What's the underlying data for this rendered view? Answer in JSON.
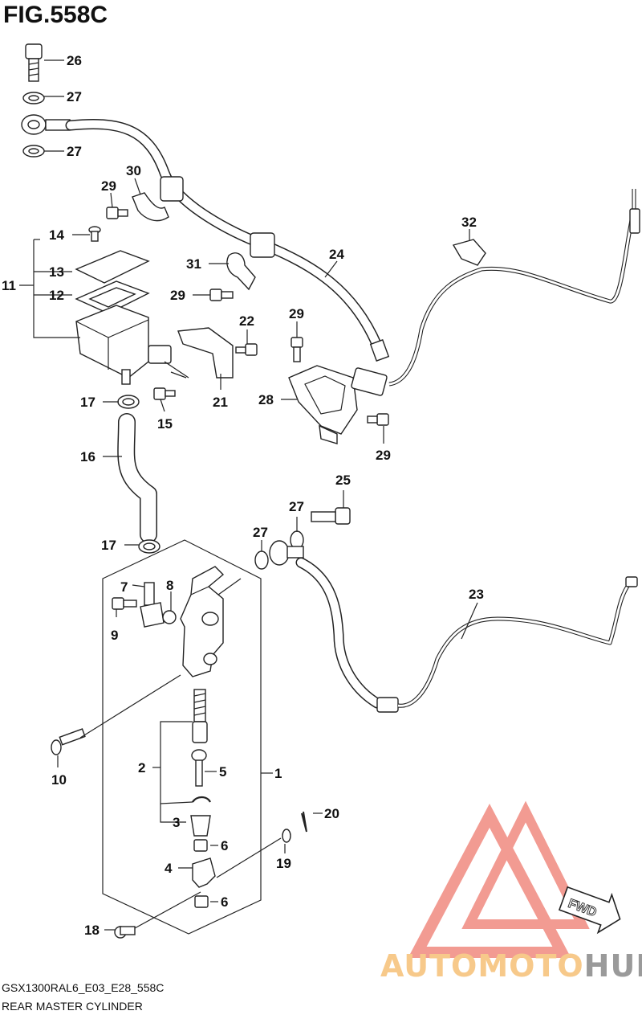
{
  "figure": {
    "title": "FIG.558C",
    "code": "GSX1300RAL6_E03_E28_558C",
    "name": "REAR MASTER CYLINDER"
  },
  "watermark": {
    "part1": "AUTO",
    "part2": "MOTO",
    "part3": "HUB",
    "colors": {
      "triangle": "#f08a80",
      "auto": "#f7c98a",
      "hub": "#9a9a9a"
    }
  },
  "fwd_label": "FWD",
  "callouts": {
    "c26": "26",
    "c27a": "27",
    "c27b": "27",
    "c30": "30",
    "c29a": "29",
    "c14": "14",
    "c13": "13",
    "c11": "11",
    "c12": "12",
    "c31": "31",
    "c29b": "29",
    "c32": "32",
    "c24": "24",
    "c22": "22",
    "c29c": "29",
    "c17a": "17",
    "c15": "15",
    "c21": "21",
    "c28": "28",
    "c29d": "29",
    "c16": "16",
    "c25": "25",
    "c27c": "27",
    "c27d": "27",
    "c17b": "17",
    "c7": "7",
    "c8": "8",
    "c23": "23",
    "c9": "9",
    "c10": "10",
    "c2": "2",
    "c5": "5",
    "c1": "1",
    "c3": "3",
    "c6a": "6",
    "c20": "20",
    "c4": "4",
    "c19": "19",
    "c6b": "6",
    "c18": "18"
  }
}
